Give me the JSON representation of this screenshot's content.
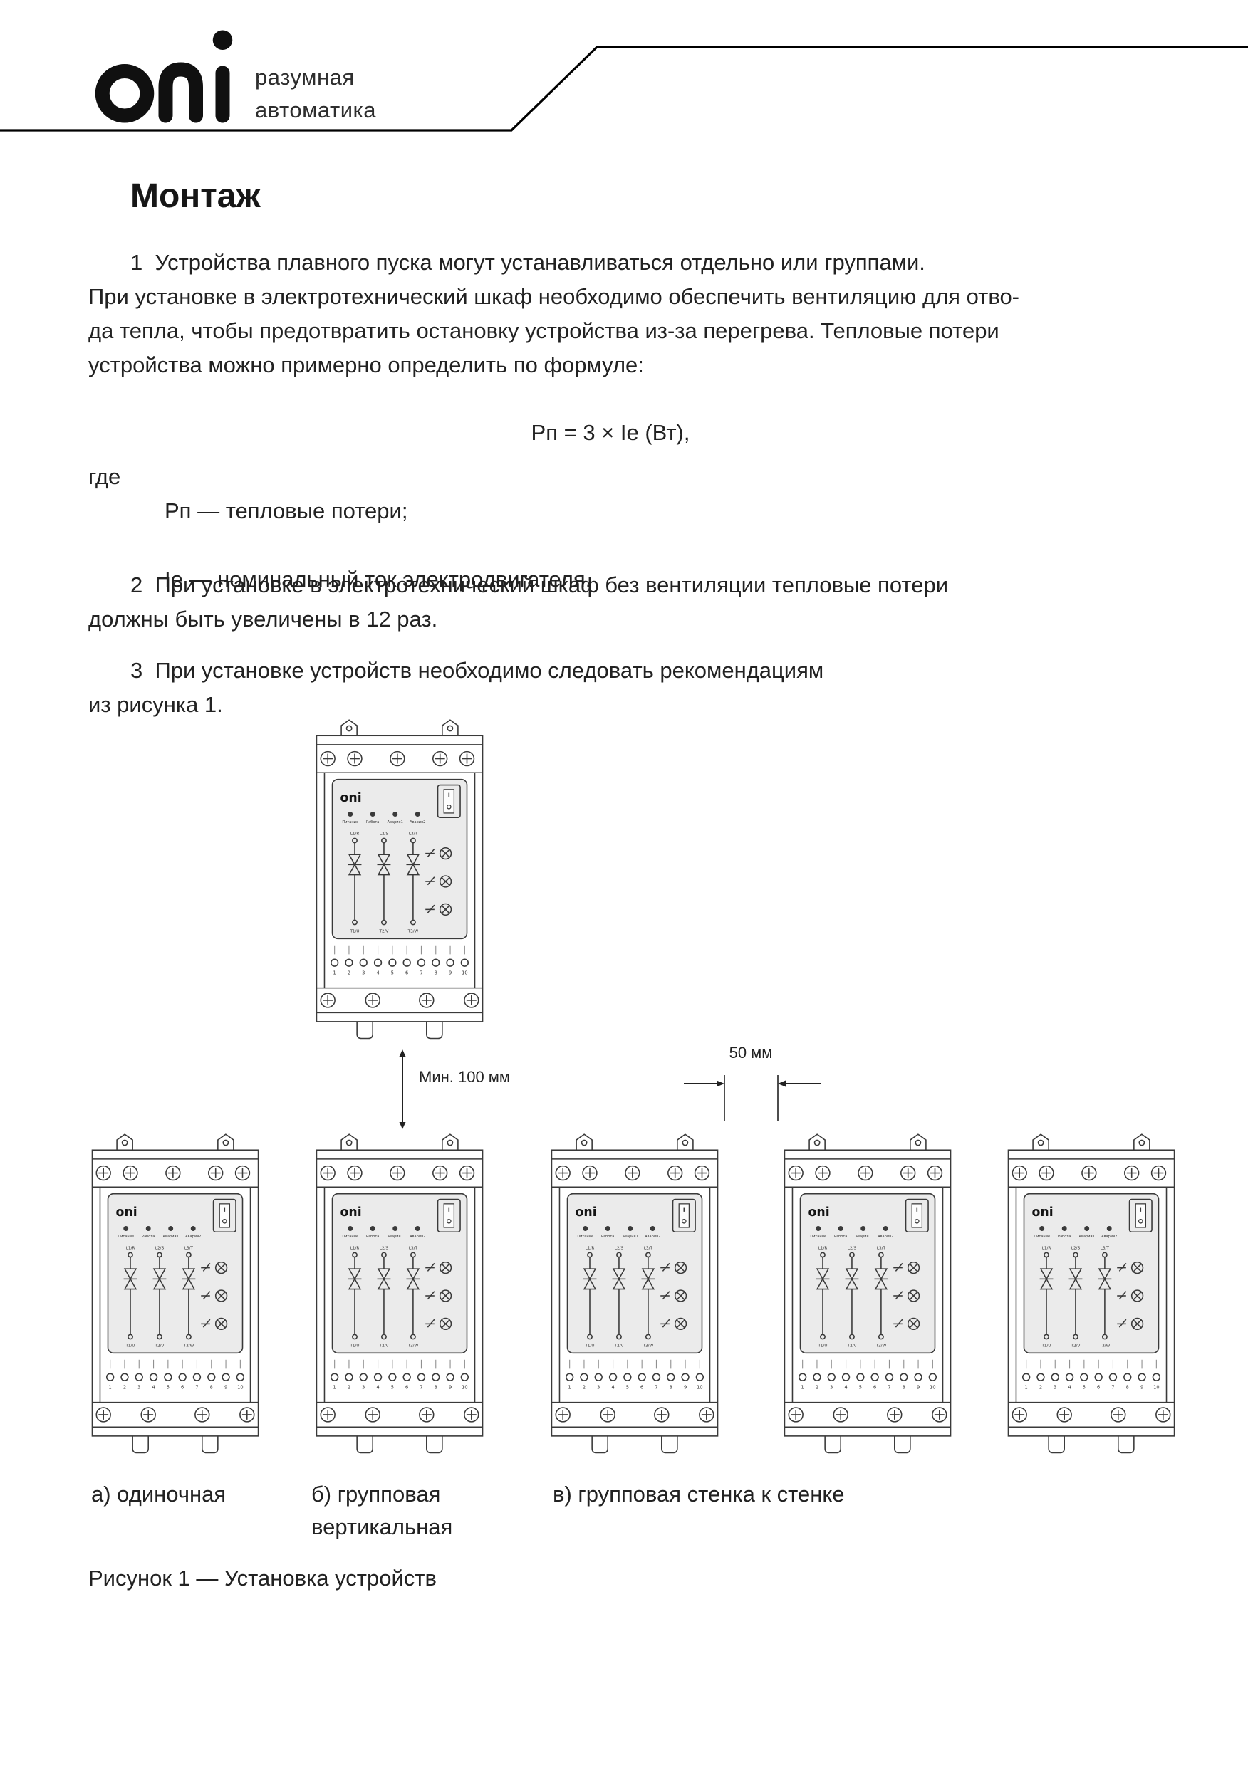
{
  "header": {
    "logo": "oni",
    "tagline": [
      "разумная",
      "автоматика"
    ]
  },
  "content": {
    "title": "Монтаж",
    "p1": "1  Устройства плавного пуска могут устанавливаться отдельно или группами.\nПри установке в электротехнический шкаф необходимо обеспечить вентиляцию для отво-\nда тепла, чтобы предотвратить остановку устройства из-за перегрева. Тепловые потери\nустройства можно примерно определить по формуле:",
    "formula": "Рп = 3 × Ie (Вт),",
    "where_label": "где",
    "where_items": [
      "Рп — тепловые потери;",
      "Ie — номинальный ток электродвигателя."
    ],
    "p2": "2  При установке в электротехнический шкаф без вентиляции тепловые потери\nдолжны быть увеличены в 12 раз.",
    "p3": "3  При установке устройств необходимо следовать рекомендациям\nиз рисунка 1."
  },
  "figure": {
    "dim_vertical": "Мин. 100 мм",
    "dim_horizontal": "50 мм",
    "labels": {
      "a": "а) одиночная",
      "b": "б) групповая\nвертикальная",
      "c": "в) групповая стенка к стенке"
    },
    "caption": "Рисунок 1 — Установка устройств",
    "device": {
      "brand": "oni",
      "led_labels": [
        "Питание",
        "Работа",
        "Авария1",
        "Авария2"
      ],
      "phase_top": [
        "L1/R",
        "L2/S",
        "L3/T"
      ],
      "phase_bottom": [
        "T1/U",
        "T2/V",
        "T3/W"
      ],
      "terminals": [
        "1",
        "2",
        "3",
        "4",
        "5",
        "6",
        "7",
        "8",
        "9",
        "10"
      ]
    }
  },
  "colors": {
    "line": "#3a3a3a",
    "panel_fill": "#ebebeb",
    "ink": "#101010"
  }
}
